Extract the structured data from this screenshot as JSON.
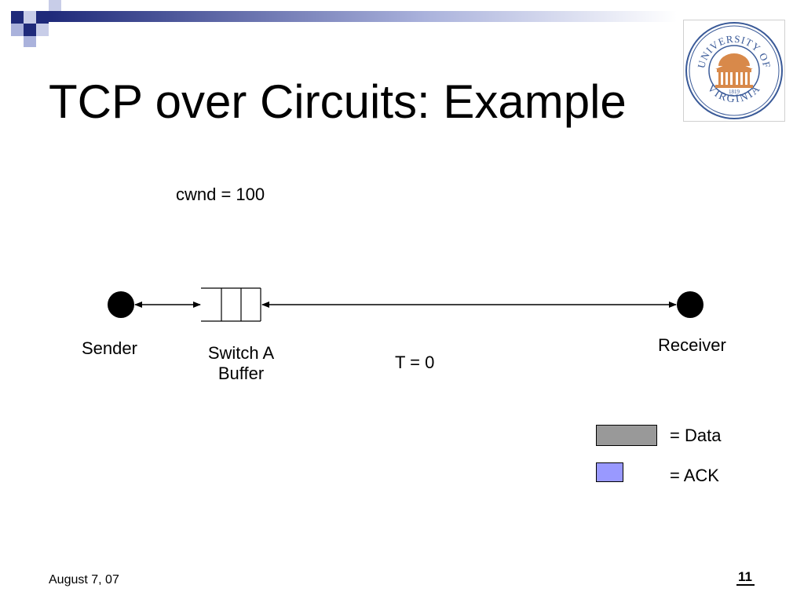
{
  "slide": {
    "title": "TCP over Circuits: Example",
    "footer_date": "August 7, 07",
    "page_number": "11"
  },
  "logo": {
    "name": "university-of-virginia-seal",
    "text_top": "UNIVERSITY OF",
    "text_bottom": "VIRGINIA",
    "year": "1819"
  },
  "diagram": {
    "cwnd_label": "cwnd = 100",
    "sender_label": "Sender",
    "buffer_label_line1": "Switch A",
    "buffer_label_line2": "Buffer",
    "receiver_label": "Receiver",
    "time_label": "T = 0",
    "buffer_slots": 3,
    "buffer_slots_filled": 0
  },
  "legend": {
    "data_label": "= Data",
    "ack_label": "= ACK"
  },
  "colors": {
    "navy": "#1f2a7a",
    "light_blue": "#aab2dc",
    "data_gray": "#999999",
    "ack_blue": "#9999ff",
    "seal_blue": "#3a5a98",
    "seal_orange": "#d8894a"
  }
}
